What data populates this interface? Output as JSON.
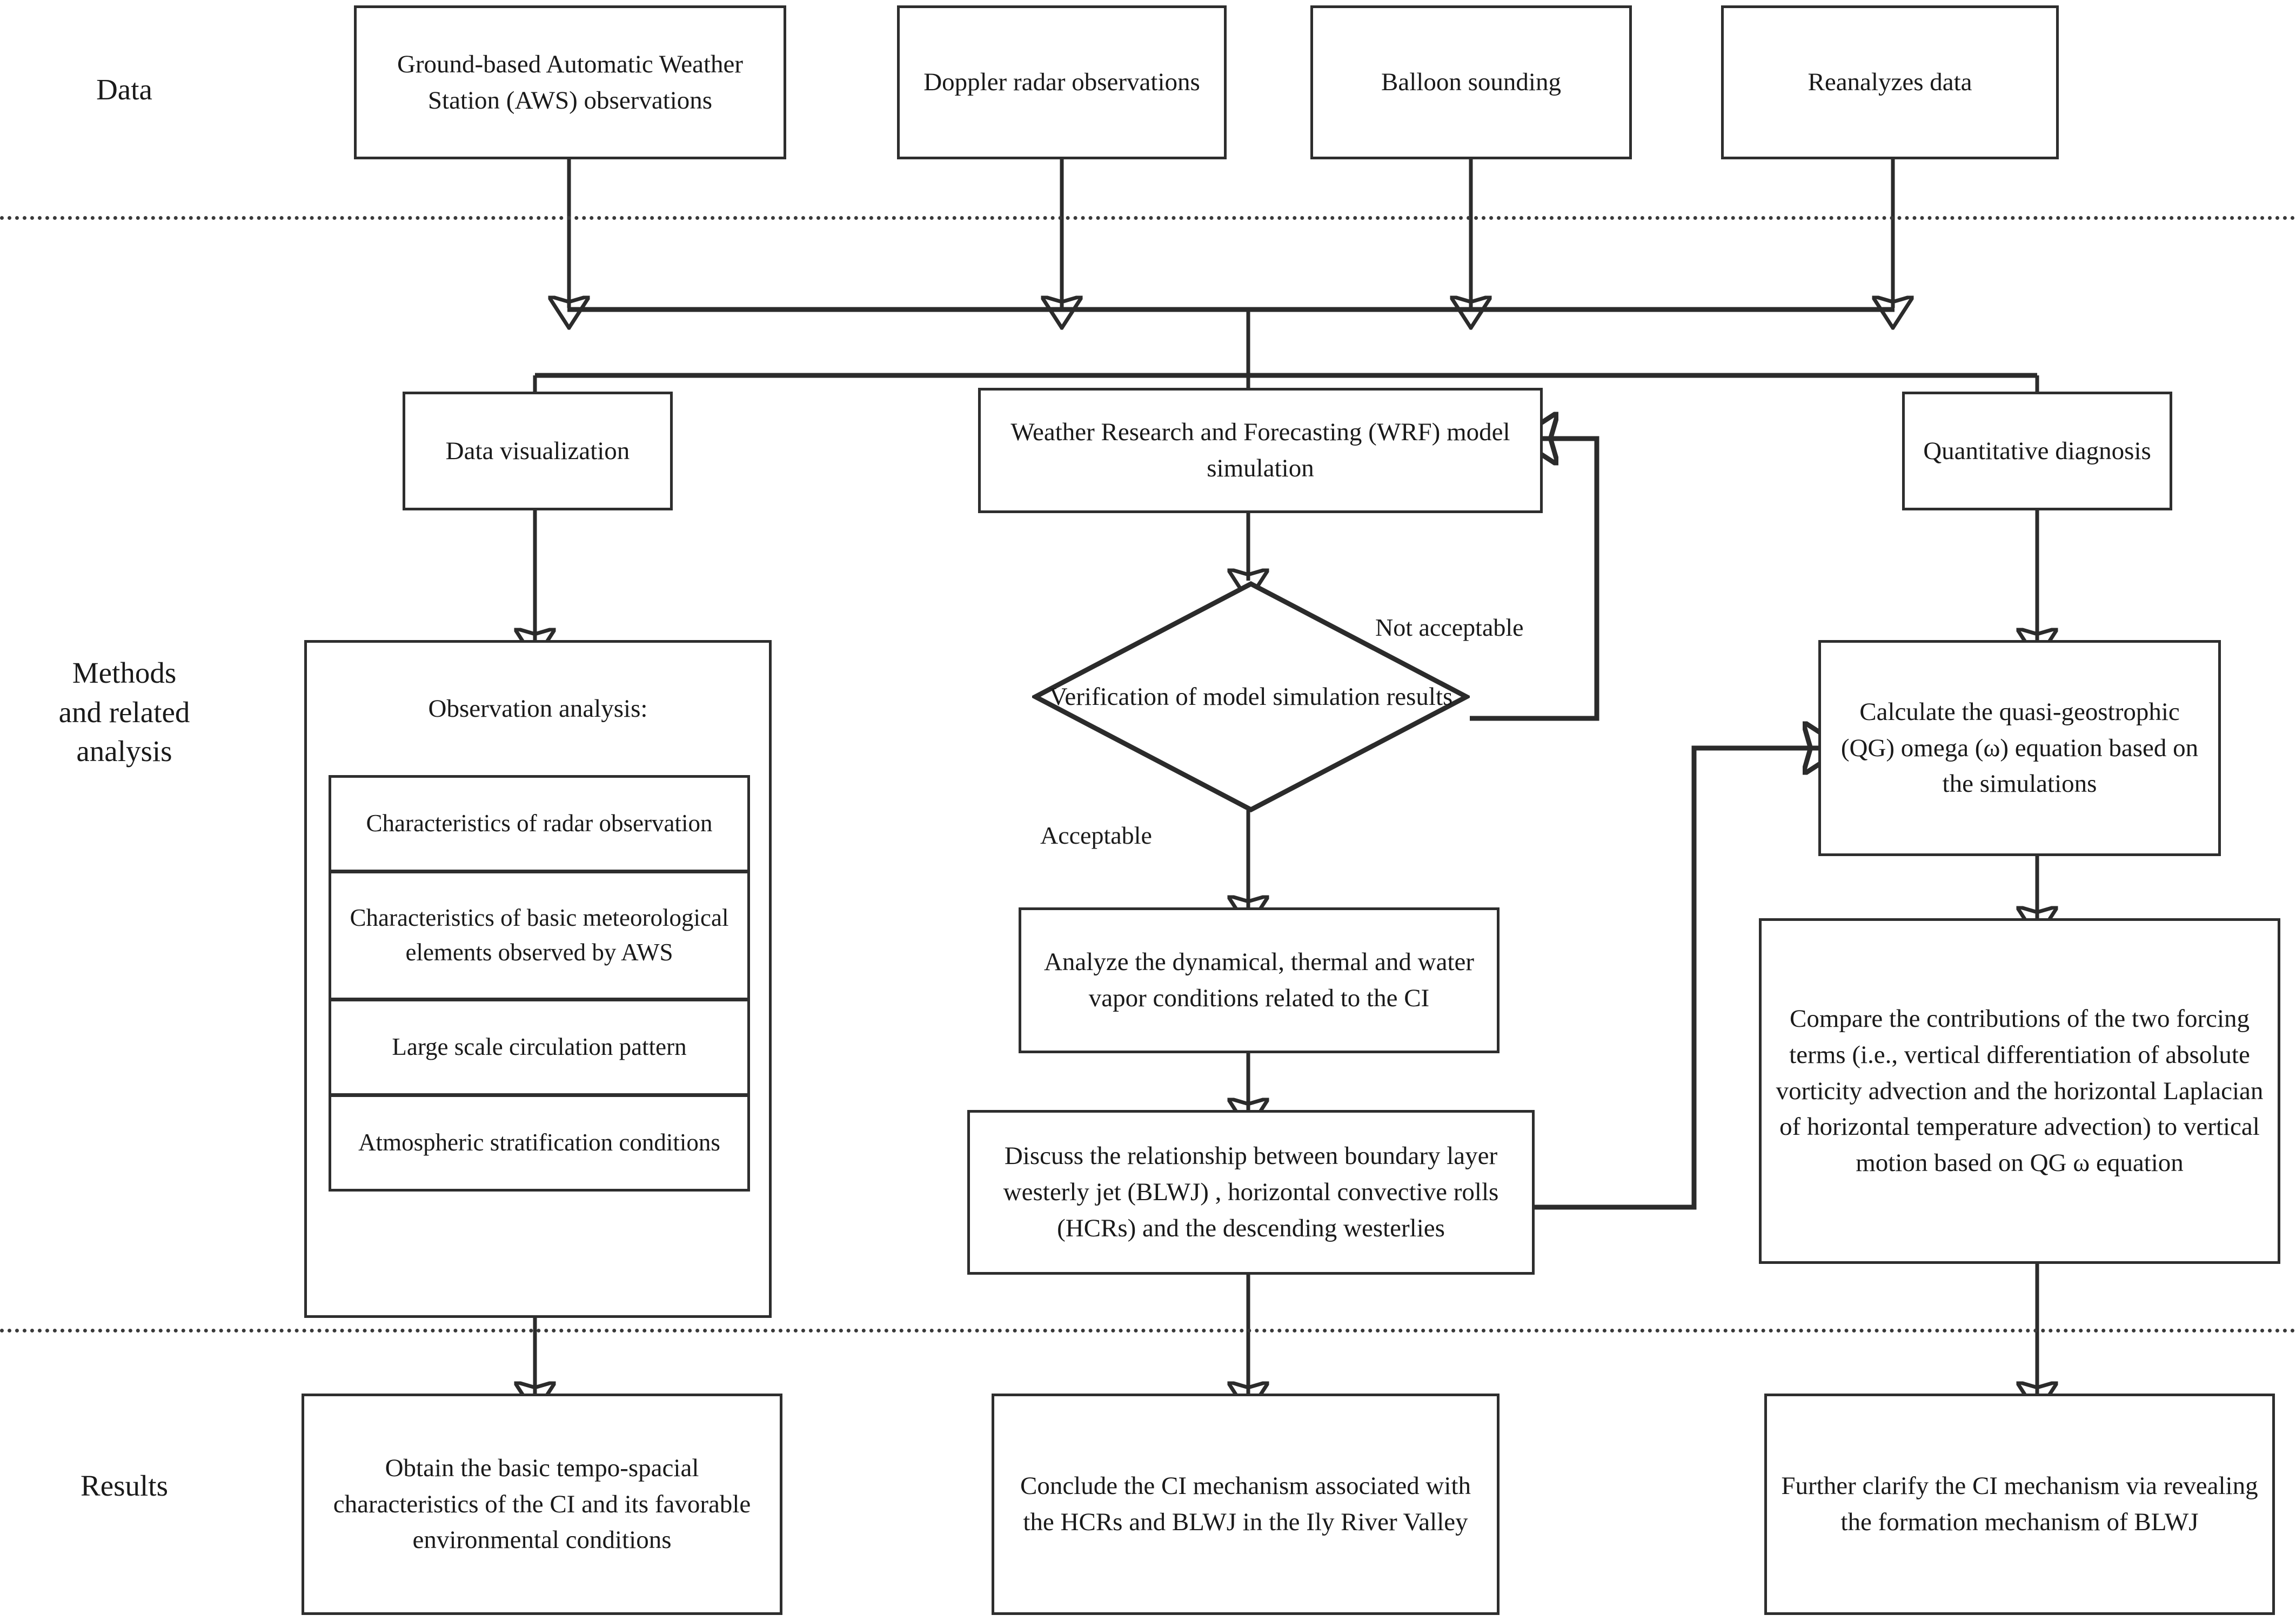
{
  "diagram": {
    "type": "flowchart",
    "title": "Research workflow flowchart",
    "stages": [
      {
        "id": "data",
        "label": "Data"
      },
      {
        "id": "methods",
        "label": "Methods\nand related\nanalysis"
      },
      {
        "id": "results",
        "label": "Results"
      }
    ]
  },
  "stage_labels": {
    "data": "Data",
    "methods_line1": "Methods",
    "methods_line2": "and related",
    "methods_line3": "analysis",
    "results": "Results"
  },
  "data_row": {
    "nodes": [
      {
        "id": "aws",
        "text": "Ground-based Automatic Weather Station (AWS) observations"
      },
      {
        "id": "radar",
        "text": "Doppler radar observations"
      },
      {
        "id": "balloon",
        "text": "Balloon sounding"
      },
      {
        "id": "reanal",
        "text": "Reanalyzes data"
      }
    ]
  },
  "methods_row": {
    "left": {
      "viz": {
        "id": "dataviz",
        "text": "Data visualization"
      },
      "observation_group": {
        "title": "Observation analysis:",
        "items": [
          {
            "id": "obs1",
            "text": "Characteristics of radar observation"
          },
          {
            "id": "obs2",
            "text": "Characteristics of basic meteorological elements observed by AWS"
          },
          {
            "id": "obs3",
            "text": "Large scale circulation pattern"
          },
          {
            "id": "obs4",
            "text": "Atmospheric stratification conditions"
          }
        ]
      }
    },
    "middle": {
      "wrf": {
        "id": "wrf",
        "text": "Weather Research and Forecasting (WRF) model simulation"
      },
      "decision": {
        "id": "verify",
        "text": "Verification of model simulation results"
      },
      "analyze": {
        "id": "analyze",
        "text": "Analyze the dynamical, thermal and water vapor conditions related to the CI"
      },
      "discuss": {
        "id": "discuss",
        "text": "Discuss the relationship between boundary layer westerly jet (BLWJ) , horizontal convective rolls (HCRs) and the descending westerlies"
      }
    },
    "right": {
      "quant": {
        "id": "quant",
        "text": "Quantitative diagnosis"
      },
      "qgomega": {
        "id": "qgomega",
        "text": "Calculate the quasi-geostrophic (QG) omega (ω) equation based on the simulations"
      },
      "compare": {
        "id": "compare",
        "text": "Compare the contributions of  the two forcing terms (i.e., vertical differentiation of absolute vorticity advection and the horizontal Laplacian of horizontal temperature advection) to vertical motion based on QG ω equation"
      }
    }
  },
  "results_row": {
    "nodes": [
      {
        "id": "res-left",
        "text": "Obtain the basic tempo-spacial characteristics of the CI and its favorable environmental conditions"
      },
      {
        "id": "res-middle",
        "text": "Conclude the CI mechanism associated with the HCRs and BLWJ in the Ily River Valley"
      },
      {
        "id": "res-right",
        "text": "Further clarify the CI mechanism via revealing the formation mechanism of  BLWJ"
      }
    ]
  },
  "edge_labels": {
    "not_acceptable": "Not acceptable",
    "acceptable": "Acceptable"
  },
  "colors": {
    "stroke": "#2e2e2e",
    "wire": "#2b2b2b",
    "background": "#ffffff",
    "text": "#1a1a1a"
  }
}
